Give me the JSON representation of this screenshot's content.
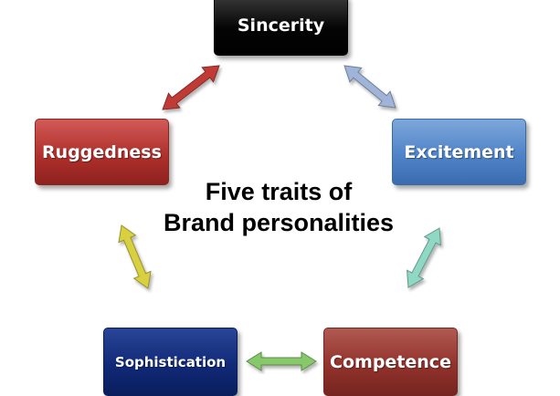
{
  "title": {
    "line1": "Five traits of",
    "line2": "Brand personalities"
  },
  "traits": {
    "sincerity": "Sincerity",
    "excitement": "Excitement",
    "competence": "Competence",
    "sophistication": "Sophistication",
    "ruggedness": "Ruggedness"
  },
  "colors": {
    "sincerity": "#000000",
    "excitement": "#4f83c8",
    "competence": "#93322c",
    "sophistication": "#112a78",
    "ruggedness": "#b0302c",
    "arrow_sincerity_excitement": "#9fb4d8",
    "arrow_excitement_competence": "#8fd8c4",
    "arrow_competence_sophistication": "#86c86a",
    "arrow_sophistication_ruggedness": "#d8d040",
    "arrow_ruggedness_sincerity": "#c03a36"
  },
  "connections": [
    [
      "sincerity",
      "excitement"
    ],
    [
      "excitement",
      "competence"
    ],
    [
      "competence",
      "sophistication"
    ],
    [
      "sophistication",
      "ruggedness"
    ],
    [
      "ruggedness",
      "sincerity"
    ]
  ]
}
